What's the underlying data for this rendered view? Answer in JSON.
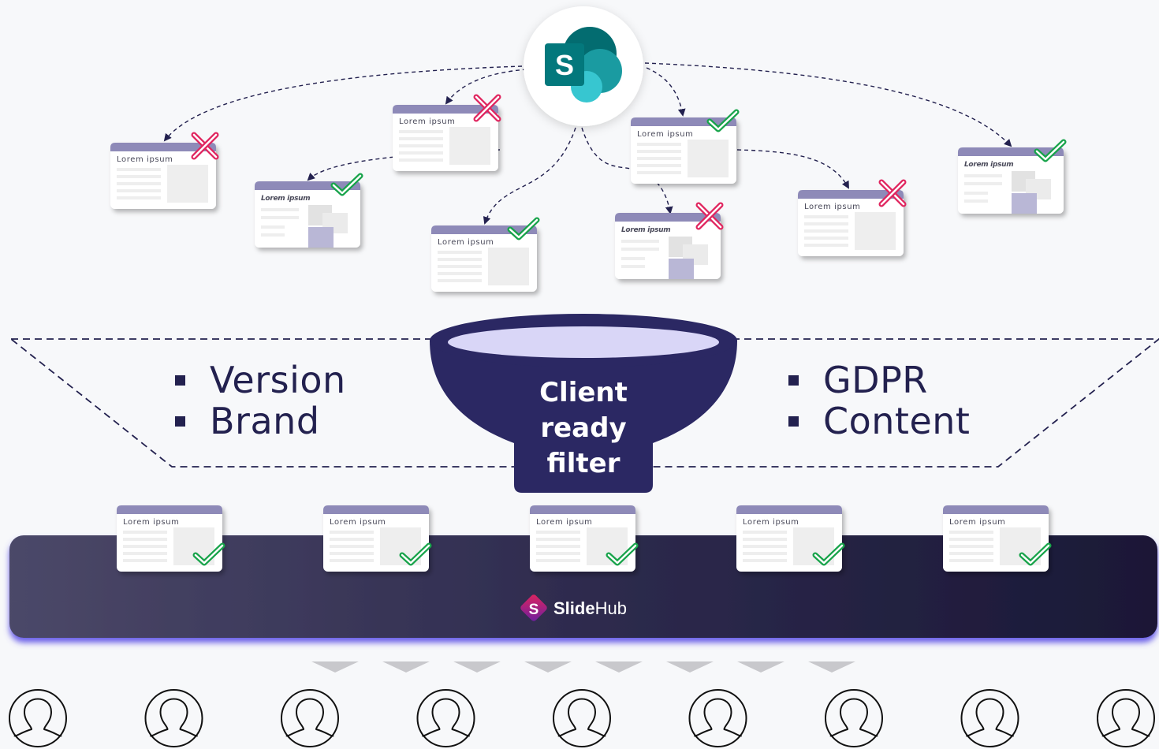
{
  "card_label": "Lorem ipsum",
  "filter_label_lines": [
    "Client",
    "ready",
    "filter"
  ],
  "left_criteria": [
    "Version",
    "Brand"
  ],
  "right_criteria": [
    "GDPR",
    "Content"
  ],
  "brand": {
    "logo_letter": "S",
    "bold": "Slide",
    "regular": "Hub"
  },
  "sharepoint_icon": {
    "letter": "S"
  },
  "source_docs": [
    {
      "status": "reject",
      "style": "plain"
    },
    {
      "status": "reject",
      "style": "plain"
    },
    {
      "status": "approve",
      "style": "plain"
    },
    {
      "status": "approve",
      "style": "handwritten"
    },
    {
      "status": "approve",
      "style": "plain"
    },
    {
      "status": "reject",
      "style": "handwritten"
    },
    {
      "status": "reject",
      "style": "plain"
    },
    {
      "status": "approve",
      "style": "handwritten"
    }
  ],
  "approved_docs_count": 5,
  "user_count": 9,
  "arrow_count": 8,
  "colors": {
    "navy": "#23214f",
    "funnel": "#2b2863",
    "funnel_top": "#d9d6f7",
    "header": "#8e8ab8",
    "reject": "#e0245e",
    "approve": "#17a34a",
    "platform_glow": "#5a4de6",
    "logo": "#9b1f8c"
  }
}
